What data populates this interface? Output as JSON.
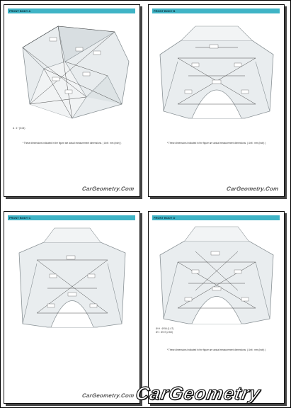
{
  "sheets": [
    {
      "title": "FRONT BODY A",
      "note": "* These dimensions indicated in the figure are actual measurement dimensions. ( Unit : mm (inch) )",
      "labels": [
        "A : 1° (0.04)"
      ],
      "watermark": "CarGeometry.Com"
    },
    {
      "title": "FRONT BODY B",
      "note": "* These dimensions indicated in the figure are actual measurement dimensions. ( Unit : mm (inch) )",
      "labels": [],
      "watermark": "CarGeometry.Com"
    },
    {
      "title": "FRONT BODY C",
      "note": "",
      "labels": [],
      "watermark": "CarGeometry.Com"
    },
    {
      "title": "FRONT BODY D",
      "note": "* These dimensions indicated in the figure are actual measurement dimensions. ( Unit : mm (inch) )",
      "labels": [
        "Ø H : Ø 54 (1.47)",
        "Ø I : Ø 67 (2.63)"
      ],
      "watermark": ""
    }
  ],
  "site_watermark": "CarGeometry",
  "colors": {
    "header": "#3fb4c6",
    "frame": "#111111"
  }
}
